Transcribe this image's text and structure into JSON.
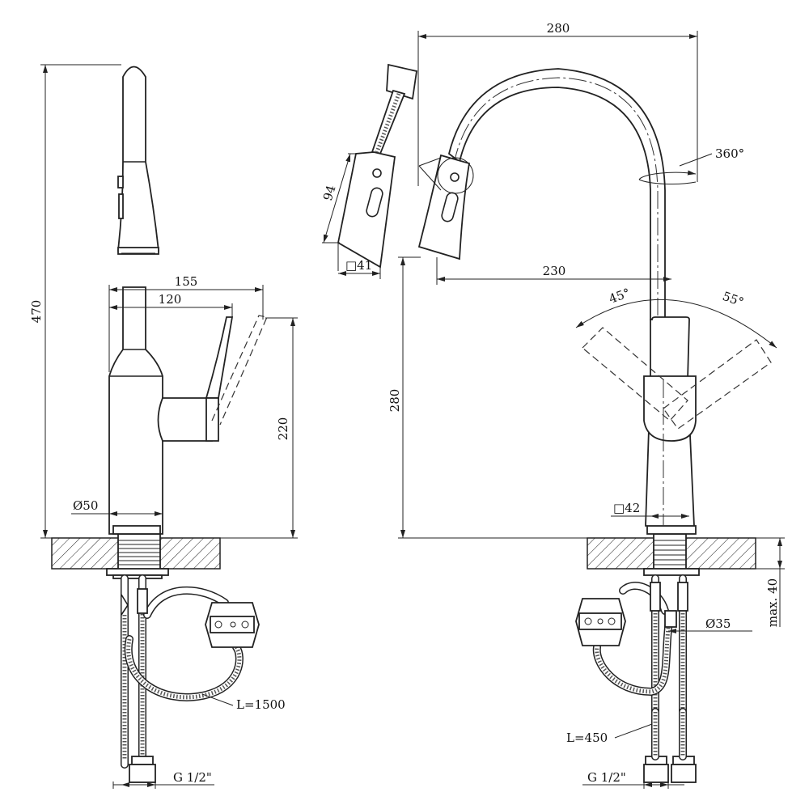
{
  "dims": {
    "left": {
      "height_total": "470",
      "reach_155": "155",
      "reach_120": "120",
      "lever_height": "220",
      "base_diameter": "Ø50",
      "hose_length": "L=1500",
      "thread": "G 1/2\""
    },
    "right": {
      "width_total": "280",
      "rotation": "360°",
      "spray_length": "94",
      "spray_square": "□41",
      "spout_reach": "230",
      "height_280": "280",
      "angle_left": "45°",
      "angle_right": "55°",
      "base_square": "□42",
      "max_thickness": "max. 40",
      "shank_diameter": "Ø35",
      "hose_length": "L=450",
      "thread": "G 1/2\""
    }
  }
}
